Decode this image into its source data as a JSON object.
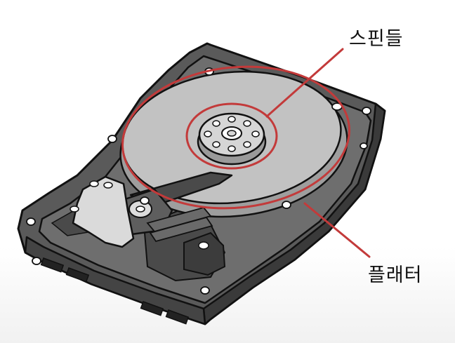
{
  "labels": {
    "spindle": "스핀들",
    "platter": "플래터"
  },
  "colors": {
    "highlight": "#c33a3a",
    "outline": "#111111",
    "platter": "#bdbdbd",
    "chassis": "#5a5a5a",
    "chassis_dark": "#3a3a3a"
  },
  "icons": {
    "drive": "hard-disk-drive-illustration"
  }
}
